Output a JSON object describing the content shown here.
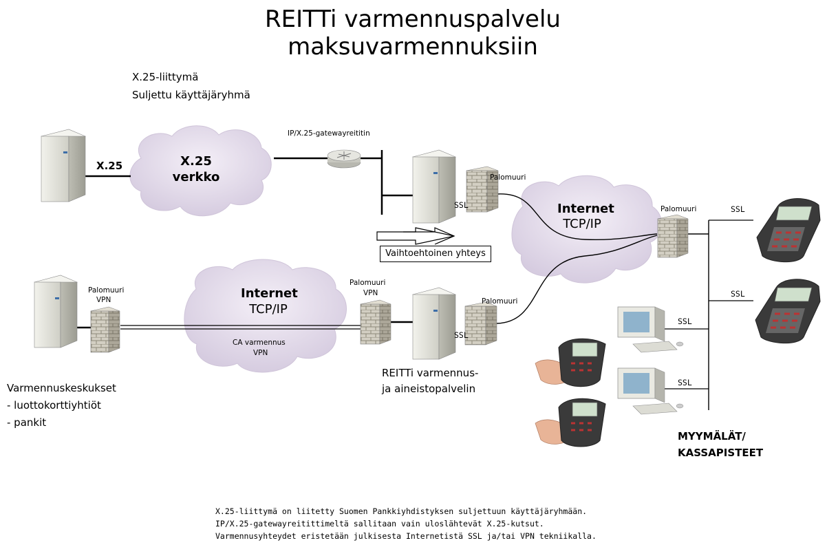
{
  "title_line1": "REITTi varmennuspalvelu",
  "title_line2": "maksuvarmennuksiin",
  "x25": {
    "group_label_1": "X.25-liittymä",
    "group_label_2": "Suljettu käyttäjäryhmä",
    "link_label": "X.25",
    "cloud_title": "X.25",
    "cloud_sub": "verkko"
  },
  "gateway_label": "IP/X.25-gatewayreititin",
  "alt_connection": "Vaihtoehtoinen yhteys",
  "internet_cloud_right": {
    "title": "Internet",
    "sub": "TCP/IP"
  },
  "internet_cloud_left": {
    "title": "Internet",
    "sub": "TCP/IP",
    "note1": "CA varmennus",
    "note2": "VPN"
  },
  "firewall_label": "Palomuuri",
  "firewall_vpn_label_1": "Palomuuri",
  "firewall_vpn_label_2": "VPN",
  "ssl_label": "SSL",
  "reitti_server_label_1": "REITTi varmennus-",
  "reitti_server_label_2": "ja aineistopalvelin",
  "centers": {
    "line1": "Varmennuskeskukset",
    "line2": "- luottokorttiyhtiöt",
    "line3": "- pankit"
  },
  "shops_line1": "MYYMÄLÄT/",
  "shops_line2": "KASSAPISTEET",
  "footer": {
    "line1": "X.25-liittymä on liitetty Suomen Pankkiyhdistyksen suljettuun käyttäjäryhmään.",
    "line2": "IP/X.25-gatewayreitittimeltä sallitaan vain uloslähtevät X.25-kutsut.",
    "line3": "Varmennusyhteydet eristetään julkisesta Internetistä SSL ja/tai VPN tekniikalla."
  },
  "colors": {
    "cloud": "#e4dcea",
    "brick": "#cfcbbf",
    "server": "#e8e8e2",
    "terminal": "#3a3a3a"
  }
}
